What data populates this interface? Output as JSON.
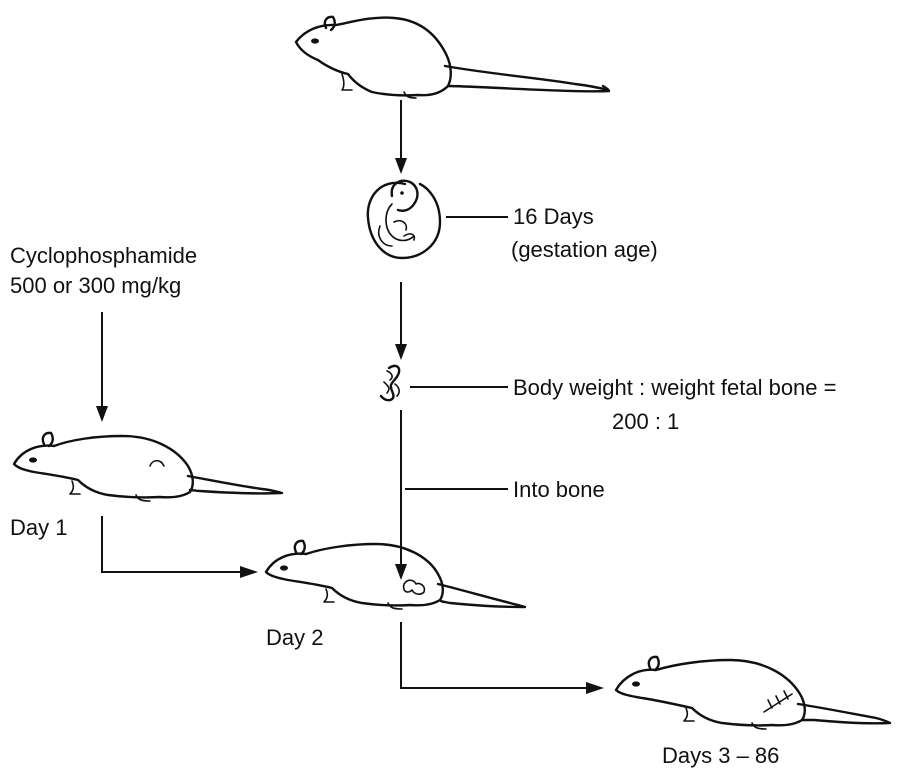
{
  "labels": {
    "gestation_days": "16 Days",
    "gestation_note": "(gestation age)",
    "drug_name": "Cyclophosphamide",
    "drug_dose": "500 or 300 mg/kg",
    "ratio_title": "Body weight  :  weight fetal bone  =",
    "ratio_value": "200  :  1",
    "into_bone": "Into bone",
    "day1": "Day  1",
    "day2": "Day  2",
    "days_range": "Days  3  –  86"
  }
}
